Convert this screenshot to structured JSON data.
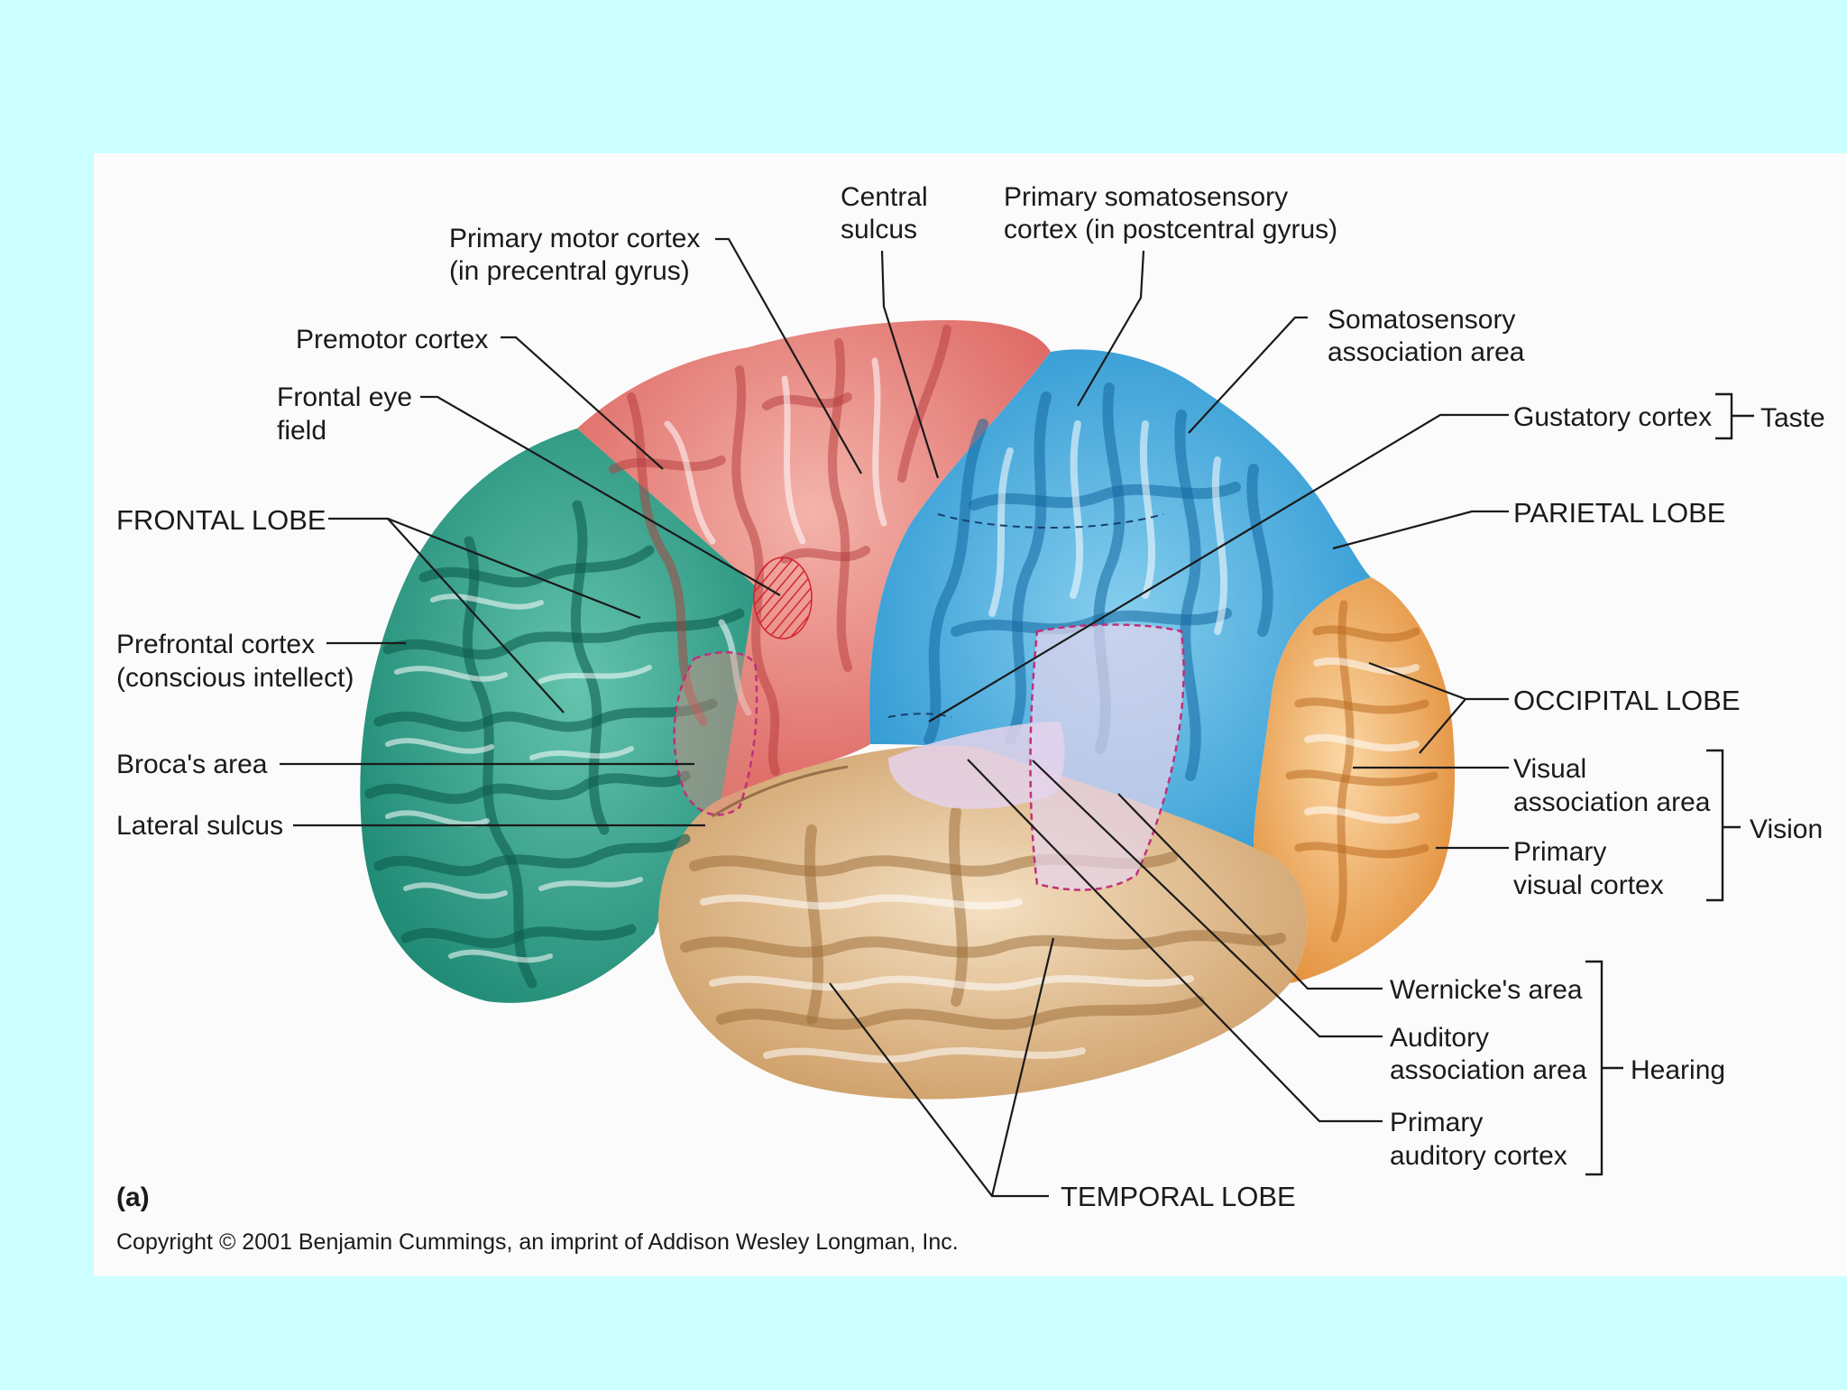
{
  "colors": {
    "page_background": "#ccffff",
    "panel_background": "#fbfbfb",
    "frontal_lobe": "#2a9c86",
    "motor_cortex": "#e27872",
    "parietal_lobe": "#3aa6e0",
    "occipital_lobe": "#eda04c",
    "temporal_lobe": "#dcb47e",
    "auditory_area": "#dcc0e0",
    "boundary_dash": "#c0307a"
  },
  "labels": {
    "central_sulcus": [
      "Central",
      "sulcus"
    ],
    "primary_somatosensory": [
      "Primary somatosensory",
      "cortex (in postcentral gyrus)"
    ],
    "primary_motor": [
      "Primary motor cortex",
      "(in precentral gyrus)"
    ],
    "somatosensory_assoc": [
      "Somatosensory",
      "association area"
    ],
    "premotor": "Premotor cortex",
    "frontal_eye": [
      "Frontal eye",
      "field"
    ],
    "gustatory": "Gustatory cortex",
    "taste": "Taste",
    "frontal_lobe": "FRONTAL LOBE",
    "parietal_lobe": "PARIETAL LOBE",
    "prefrontal": [
      "Prefrontal cortex",
      "(conscious intellect)"
    ],
    "occipital_lobe": "OCCIPITAL LOBE",
    "broca": "Broca's area",
    "visual_assoc": [
      "Visual",
      "association area"
    ],
    "vision": "Vision",
    "lateral_sulcus": "Lateral sulcus",
    "primary_visual": [
      "Primary",
      "visual cortex"
    ],
    "wernicke": "Wernicke's area",
    "auditory_assoc": [
      "Auditory",
      "association area"
    ],
    "hearing": "Hearing",
    "primary_auditory": [
      "Primary",
      "auditory cortex"
    ],
    "temporal_lobe": "TEMPORAL LOBE",
    "panel": "(a)",
    "copyright": "Copyright © 2001 Benjamin Cummings, an imprint of Addison Wesley Longman, Inc."
  }
}
